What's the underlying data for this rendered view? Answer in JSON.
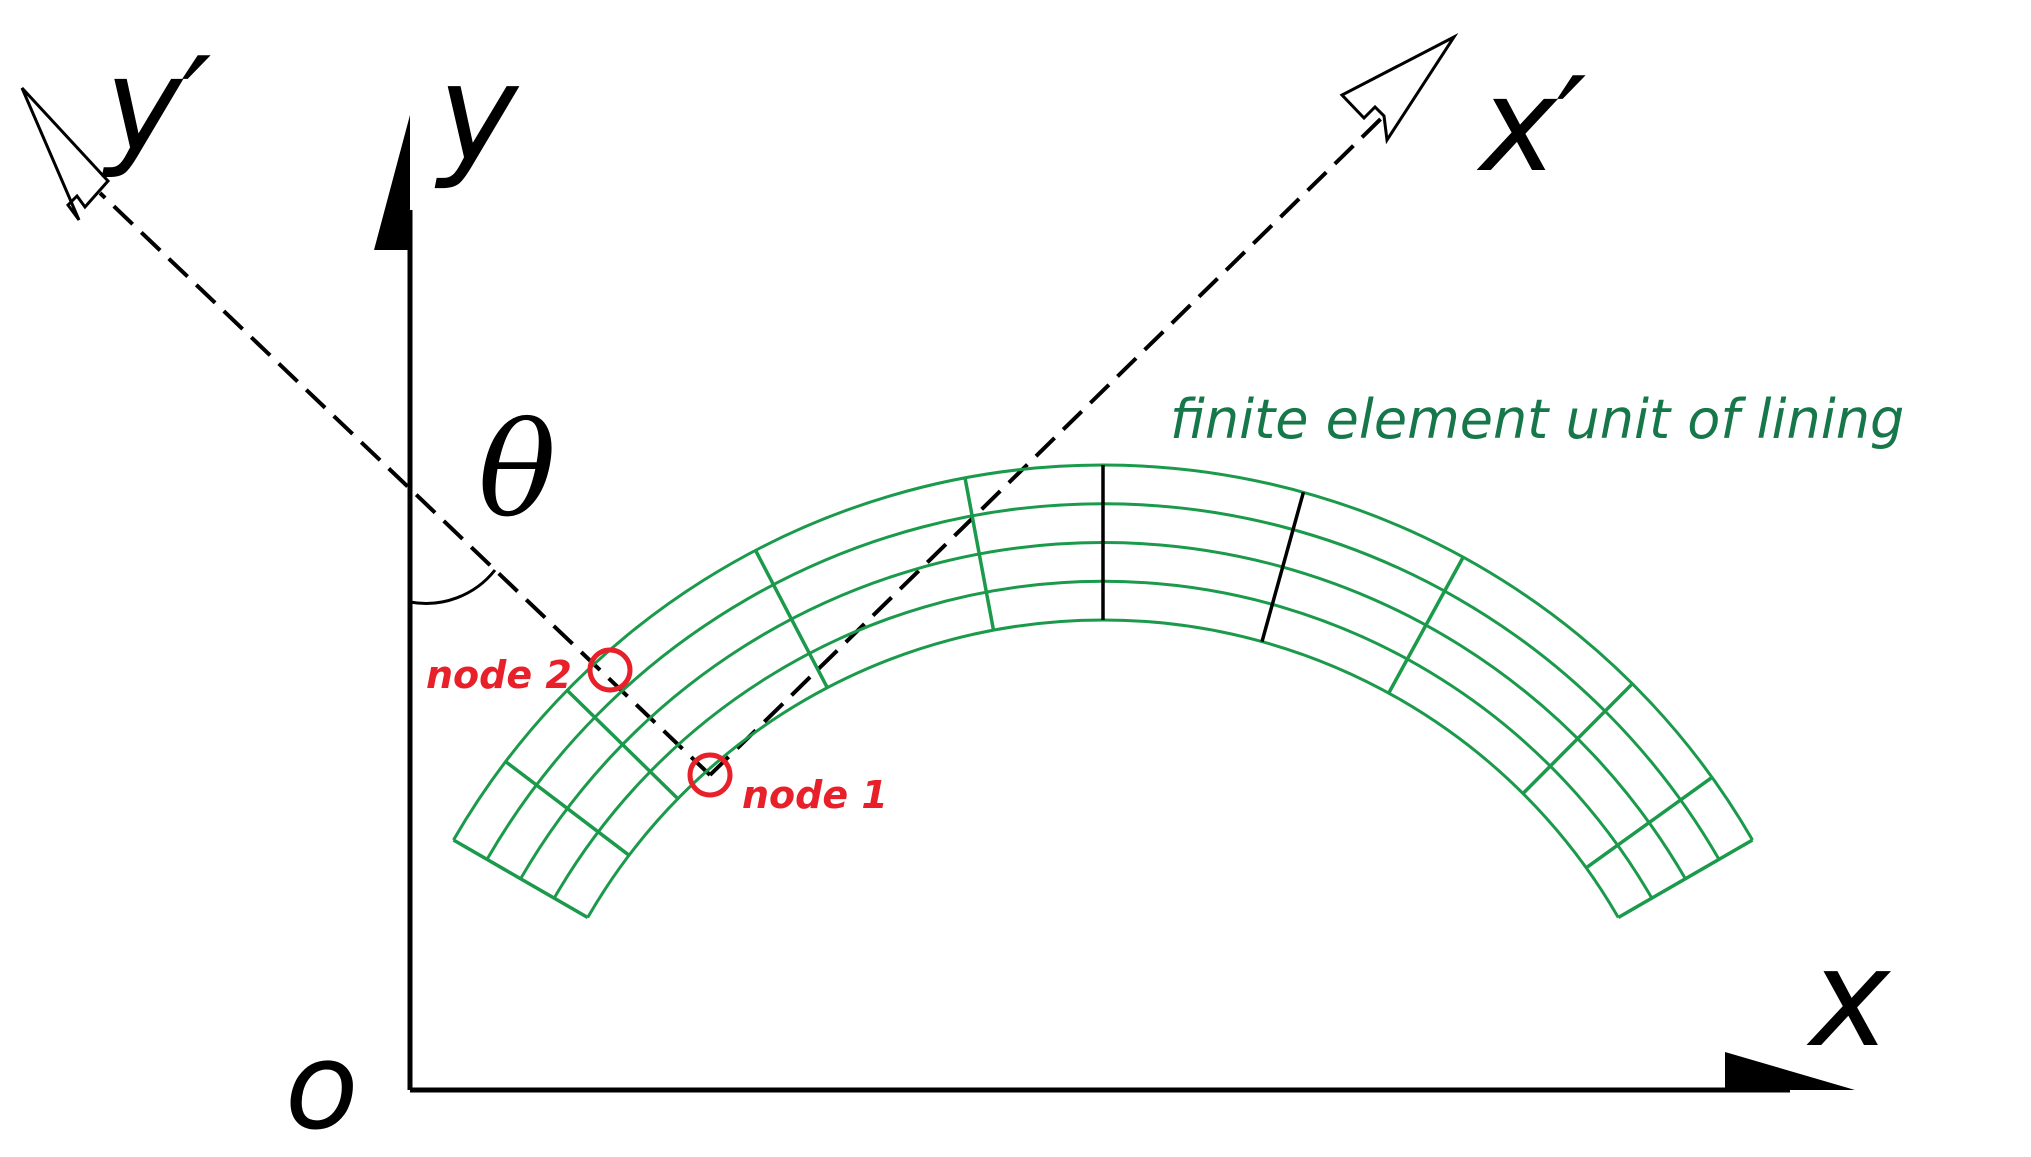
{
  "labels": {
    "origin": "o",
    "x_axis": "x",
    "y_axis": "y",
    "x_prime": "x′",
    "y_prime": "y′",
    "angle": "θ",
    "lining_caption": "finite element unit of lining",
    "node1": "node 1",
    "node2": "node 2"
  },
  "colors": {
    "axis": "#000000",
    "mesh": "#1a9a4a",
    "caption": "#16784a",
    "node": "#e8202a"
  },
  "mesh": {
    "layers": 4,
    "angle_start_deg": 30,
    "angle_end_deg": 150,
    "element_division_angles_deg": [
      35.7,
      45.1,
      61.3,
      74.5,
      90,
      100.6,
      117.6,
      135.6,
      142.8
    ],
    "highlighted_divisions_deg": [
      74.5,
      90
    ]
  },
  "icons": {
    "x_arrow": "arrowhead-right-icon",
    "y_arrow": "arrowhead-up-icon",
    "x_prime_arrow": "open-arrowhead-icon",
    "y_prime_arrow": "open-arrowhead-icon"
  }
}
